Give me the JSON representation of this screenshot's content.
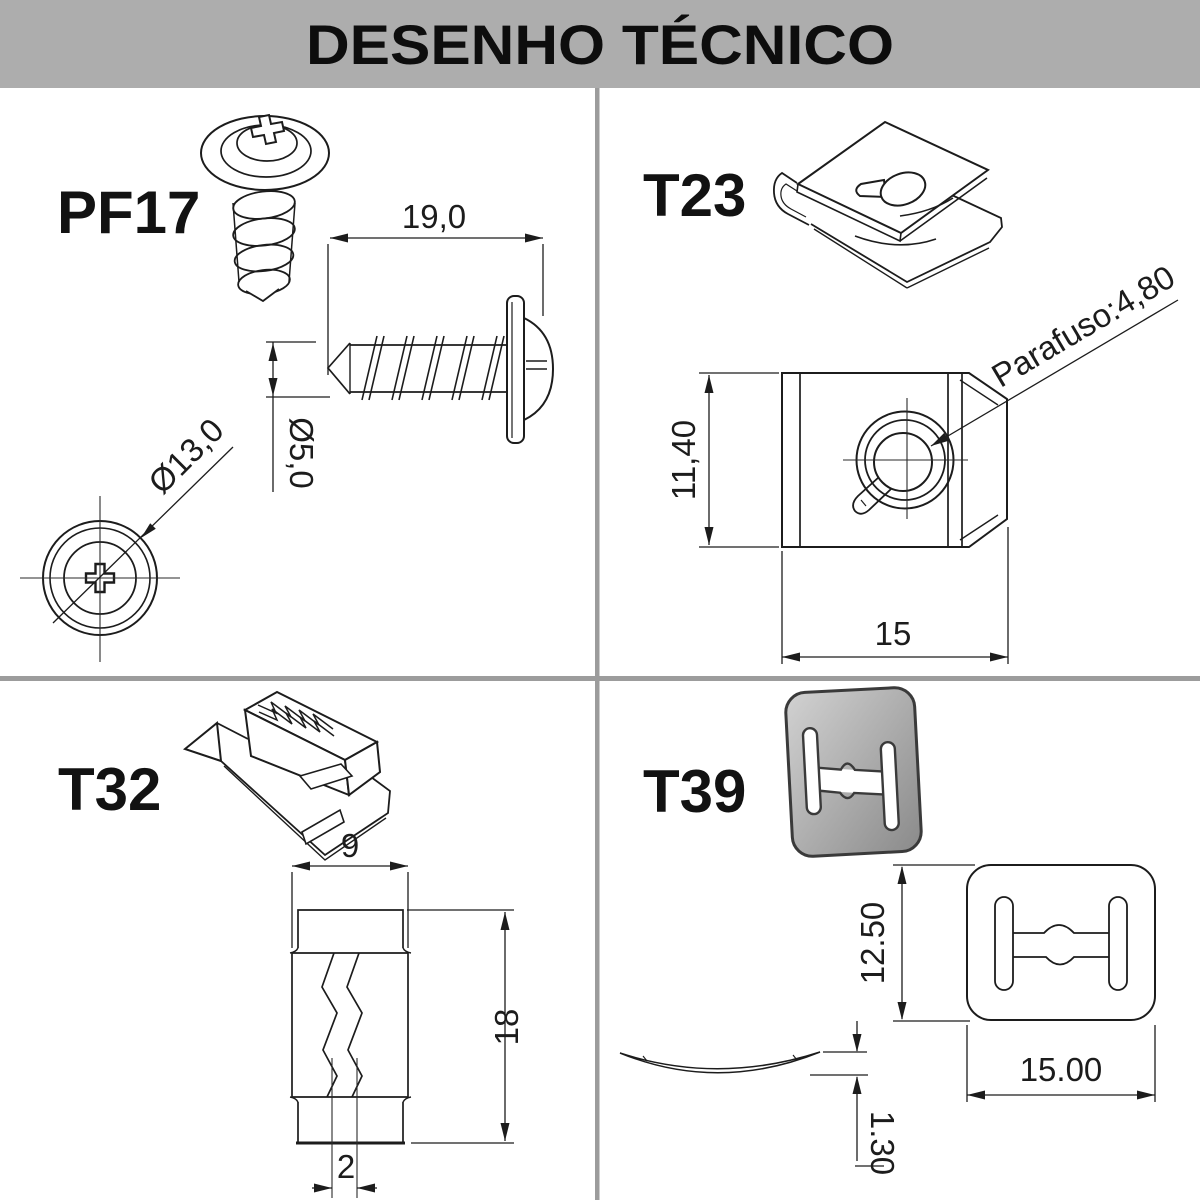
{
  "header": {
    "title": "DESENHO TÉCNICO"
  },
  "parts": {
    "pf17": {
      "label": "PF17",
      "length_dim": "19,0",
      "shank_dia_dim": "Ø5,0",
      "head_dia_dim": "Ø13,0"
    },
    "t23": {
      "label": "T23",
      "height_dim": "11,40",
      "width_dim": "15",
      "screw_note": "Parafuso:4,80"
    },
    "t32": {
      "label": "T32",
      "width_dim": "9",
      "height_dim": "18",
      "slot_dim": "2"
    },
    "t39": {
      "label": "T39",
      "height_dim": "12.50",
      "width_dim": "15.00",
      "thickness_dim": "1.30"
    }
  },
  "colors": {
    "header_bg": "#adadad",
    "divider": "#9c9c9c",
    "line": "#1c1c1c",
    "label_text": "#121212",
    "plate_fill_light": "#d2d2d2",
    "plate_fill_dark": "#8a8a8a",
    "plate_outline": "#3a3a3a"
  }
}
